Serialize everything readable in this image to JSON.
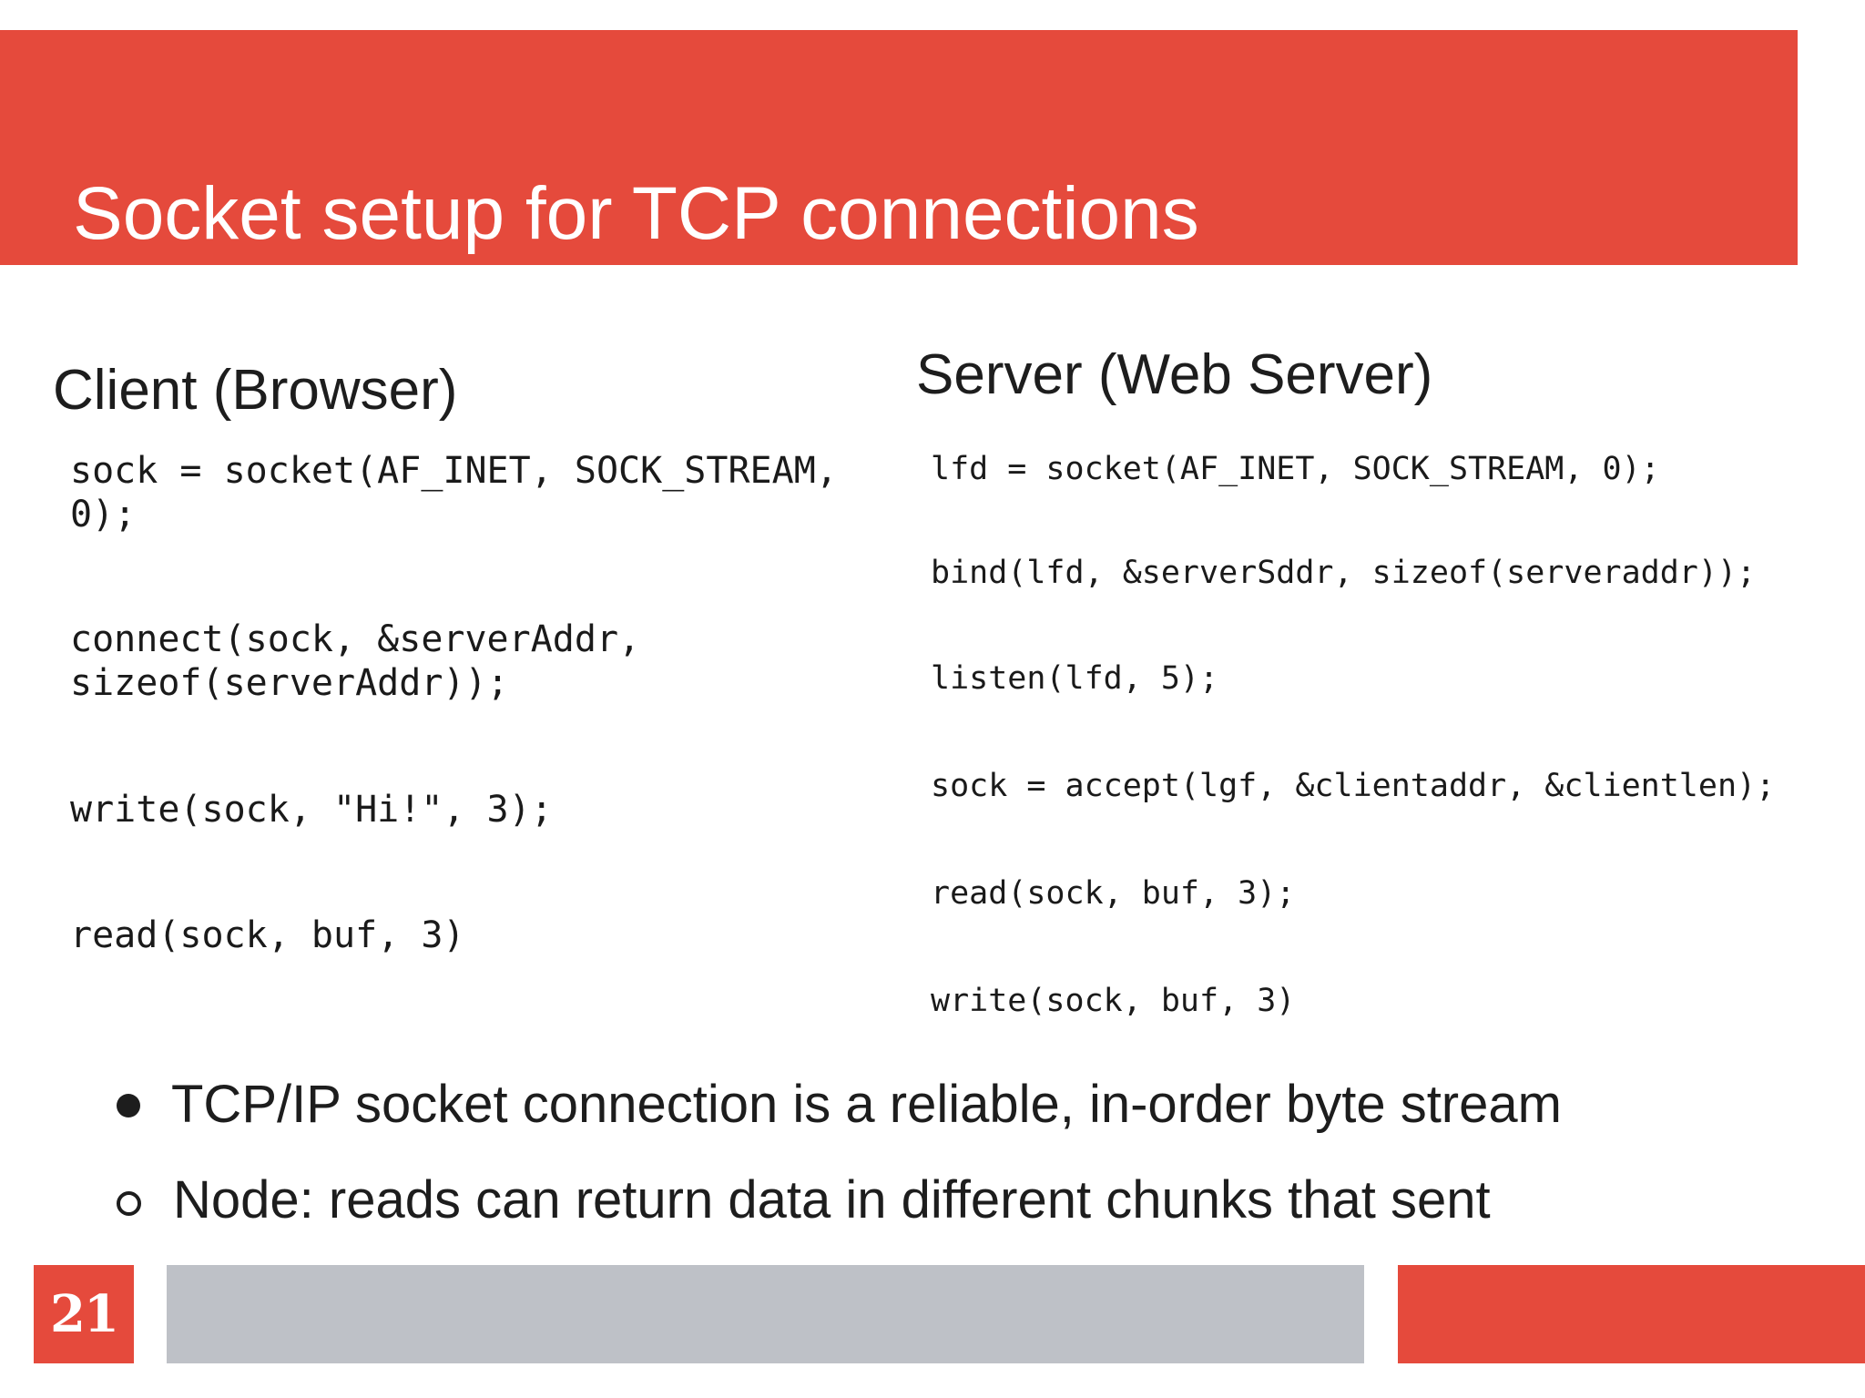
{
  "slide": {
    "title": "Socket setup for TCP connections",
    "page_number": "21"
  },
  "client": {
    "heading": "Client (Browser)",
    "code": [
      "sock = socket(AF_INET, SOCK_STREAM,\n0);",
      "connect(sock, &serverAddr,\nsizeof(serverAddr));",
      "write(sock, \"Hi!\", 3);",
      "read(sock, buf, 3)"
    ]
  },
  "server": {
    "heading": "Server (Web Server)",
    "code": [
      "lfd = socket(AF_INET, SOCK_STREAM, 0);",
      "bind(lfd, &serverSddr, sizeof(serveraddr));",
      "listen(lfd, 5);",
      "sock = accept(lgf, &clientaddr, &clientlen);",
      "read(sock, buf, 3);",
      "write(sock, buf, 3)"
    ]
  },
  "bullets": [
    {
      "marker": "filled-circle",
      "text": "TCP/IP socket connection is a reliable, in-order byte stream"
    },
    {
      "marker": "open-circle",
      "text": "Node: reads can return data in different chunks that sent"
    }
  ],
  "colors": {
    "accent_red": "#E54A3C",
    "footer_gray": "#BEC1C7",
    "text": "#1D1D1D",
    "title_text": "#FFFFFF"
  }
}
